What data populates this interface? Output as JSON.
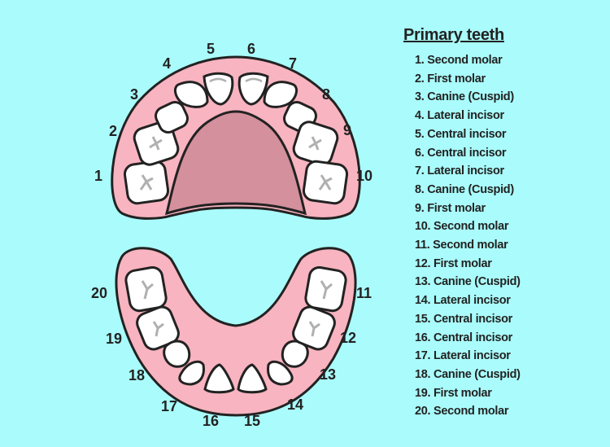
{
  "legend": {
    "title": "Primary teeth",
    "items": [
      "1. Second molar",
      "2. First molar",
      "3. Canine (Cuspid)",
      "4. Lateral incisor",
      "5. Central incisor",
      "6. Central incisor",
      "7. Lateral incisor",
      "8. Canine (Cuspid)",
      "9. First molar",
      "10. Second molar",
      "11. Second molar",
      "12. First molar",
      "13. Canine (Cuspid)",
      "14. Lateral incisor",
      "15. Central incisor",
      "16. Central incisor",
      "17. Lateral incisor",
      "18. Canine (Cuspid)",
      "19. First molar",
      "20. Second molar"
    ]
  },
  "labels": {
    "n1": "1",
    "n2": "2",
    "n3": "3",
    "n4": "4",
    "n5": "5",
    "n6": "6",
    "n7": "7",
    "n8": "8",
    "n9": "9",
    "n10": "10",
    "n11": "11",
    "n12": "12",
    "n13": "13",
    "n14": "14",
    "n15": "15",
    "n16": "16",
    "n17": "17",
    "n18": "18",
    "n19": "19",
    "n20": "20"
  },
  "colors": {
    "background": "#aafcfc",
    "gum": "#f8b4c0",
    "palate": "#d4909c",
    "tooth": "#ffffff",
    "outline": "#222222",
    "groove": "#b0b0b0"
  }
}
